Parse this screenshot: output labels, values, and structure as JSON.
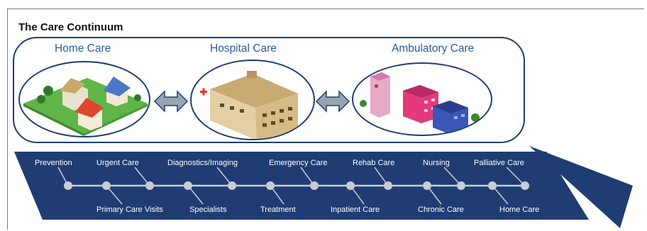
{
  "title": "The Care Continuum",
  "sections": [
    {
      "label": "Home Care",
      "icon": "houses-icon"
    },
    {
      "label": "Hospital Care",
      "icon": "hospital-building-icon"
    },
    {
      "label": "Ambulatory Care",
      "icon": "clinic-buildings-icon"
    }
  ],
  "timeline": {
    "top_labels": [
      "Prevention",
      "Urgent Care",
      "Diagnostics/Imaging",
      "Emergency Care",
      "Rehab Care",
      "Nursing",
      "Palliative Care"
    ],
    "bottom_labels": [
      "Primary Care Visits",
      "Specialists",
      "Treatment",
      "Inpatient Care",
      "Chronic Care",
      "Home Care"
    ]
  },
  "colors": {
    "band": "#1f3d73",
    "outline": "#1f3d73",
    "label": "#2a5aa0",
    "arrow": "#9aa3b0"
  }
}
